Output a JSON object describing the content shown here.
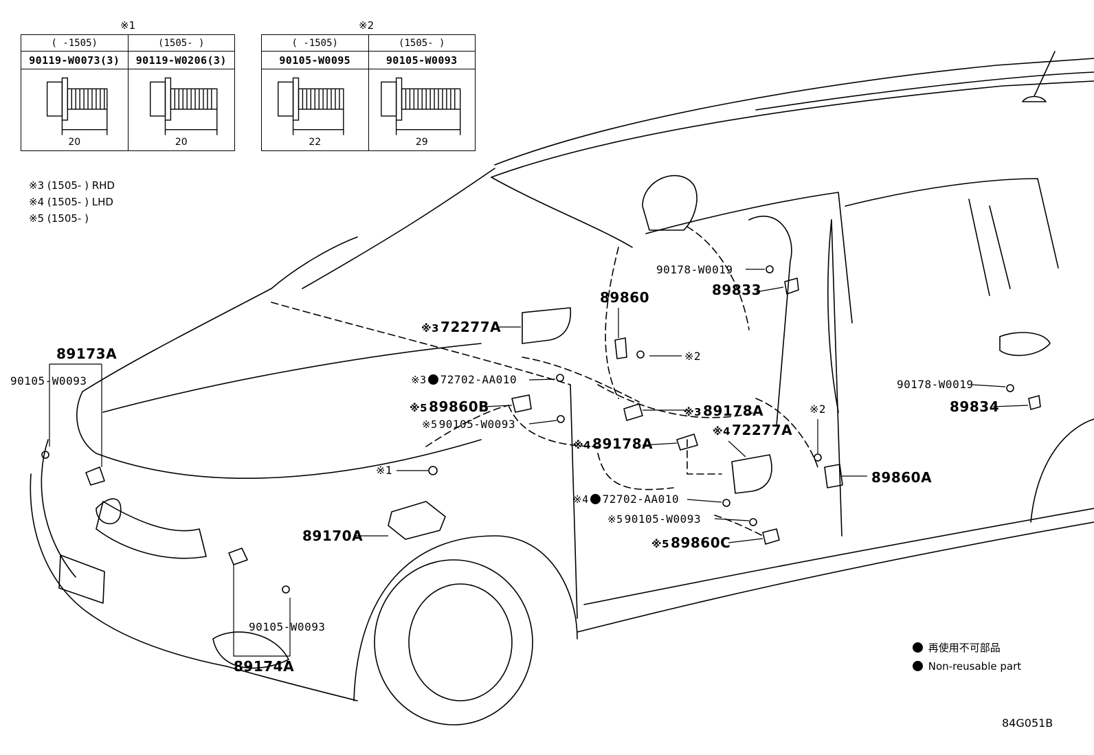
{
  "table1": {
    "marker": "※1",
    "ranges": [
      "(      -1505)",
      "(1505-      )"
    ],
    "parts": [
      "90119-W0073(3)",
      "90119-W0206(3)"
    ],
    "dims": [
      "20",
      "20"
    ]
  },
  "table2": {
    "marker": "※2",
    "ranges": [
      "(      -1505)",
      "(1505-      )"
    ],
    "parts": [
      "90105-W0095",
      "90105-W0093"
    ],
    "dims": [
      "22",
      "29"
    ]
  },
  "notes": [
    "※3 (1505-       ) RHD",
    "※4 (1505-       ) LHD",
    "※5 (1505-       )"
  ],
  "callouts": {
    "c89173A": "89173A",
    "c90105_left": "90105-W0093",
    "c89170A": "89170A",
    "c89174A": "89174A",
    "c90105_bottom": "90105-W0093",
    "c72277A_top_mark": "※3",
    "c72277A_top": "72277A",
    "c72702_top_mark": "※3",
    "c72702_top": "72702-AA010",
    "c89860B_mark": "※5",
    "c89860B": "89860B",
    "c90105_mid_mark": "※5",
    "c90105_mid": "90105-W0093",
    "c_mark1": "※1",
    "c89860": "89860",
    "c90178_top": "90178-W0019",
    "c89833": "89833",
    "c_mark2_top": "※2",
    "c89178A_top_mark": "※3",
    "c89178A_top": "89178A",
    "c89178A_low_mark": "※4",
    "c89178A_low": "89178A",
    "c72277A_low_mark": "※4",
    "c72277A_low": "72277A",
    "c72702_low_mark": "※4",
    "c72702_low": "72702-AA010",
    "c90105_low_mark": "※5",
    "c90105_low": "90105-W0093",
    "c89860C_mark": "※5",
    "c89860C": "89860C",
    "c_mark2_door": "※2",
    "c89860A": "89860A",
    "c90178_right": "90178-W0019",
    "c89834": "89834"
  },
  "legend": {
    "jp": "再使用不可部品",
    "en": "Non-reusable part"
  },
  "diagram_code": "84G051B"
}
